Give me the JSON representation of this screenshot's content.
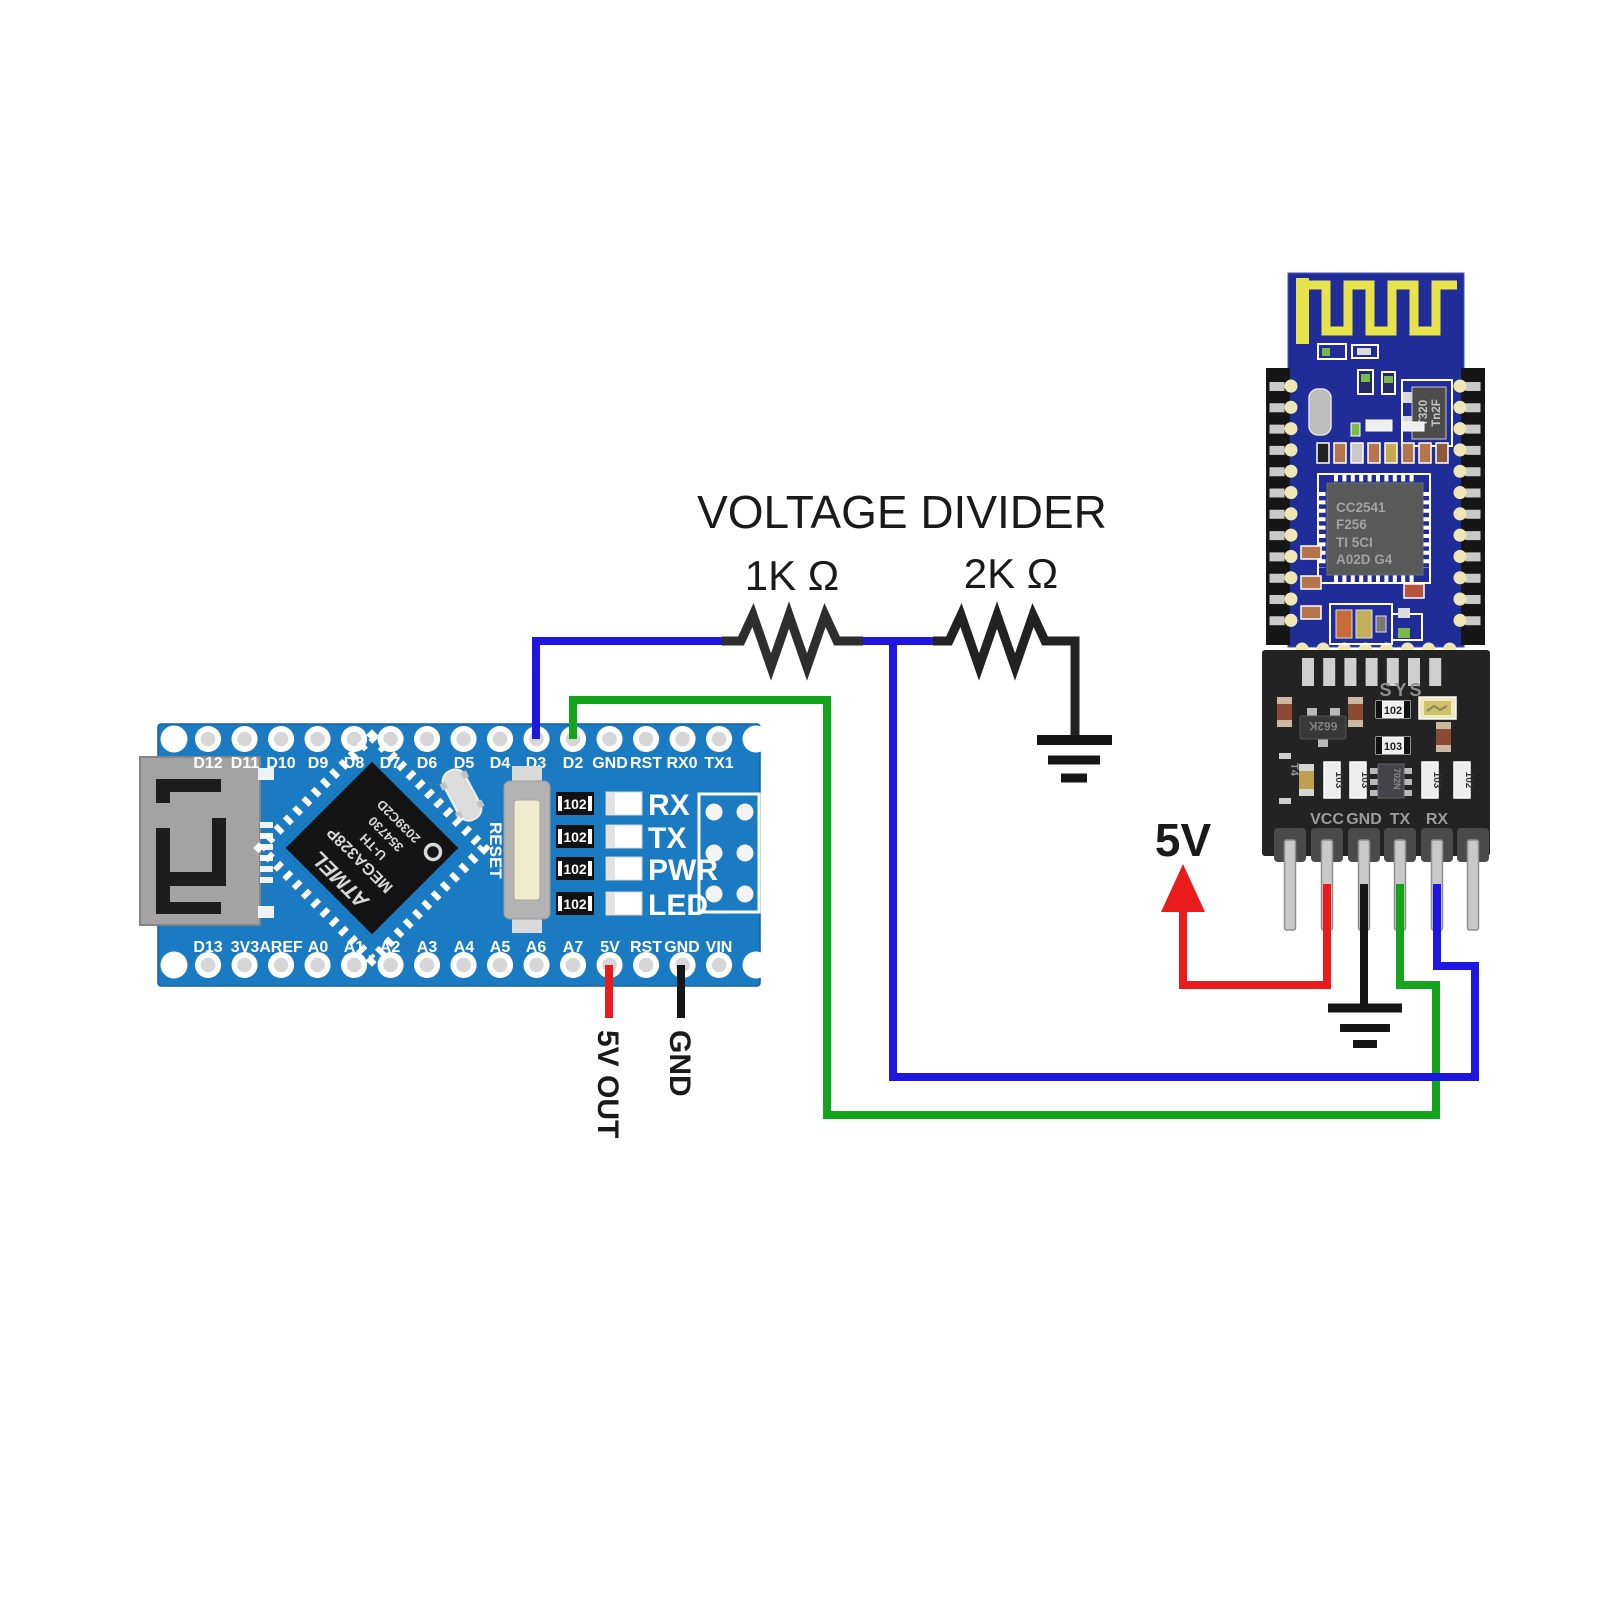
{
  "labels": {
    "voltage_divider": "VOLTAGE DIVIDER",
    "r1": "1K Ω",
    "r2": "2K Ω",
    "five_v": "5V",
    "five_v_out": "5V OUT",
    "gnd": "GND"
  },
  "arduino": {
    "top_pins": [
      "D12",
      "D11",
      "D10",
      "D9",
      "D8",
      "D7",
      "D6",
      "D5",
      "D4",
      "D3",
      "D2",
      "GND",
      "RST",
      "RX0",
      "TX1"
    ],
    "bottom_pins": [
      "D13",
      "3V3",
      "AREF",
      "A0",
      "A1",
      "A2",
      "A3",
      "A4",
      "A5",
      "A6",
      "A7",
      "5V",
      "RST",
      "GND",
      "VIN"
    ],
    "reset": "RESET",
    "smd_value": "102",
    "led_labels": [
      "RX",
      "TX",
      "PWR",
      "LED"
    ],
    "chip_lines": [
      "ATMEL",
      "MEGA328P",
      "U-TH",
      "354730",
      "2039C2D"
    ]
  },
  "bt_module": {
    "chip_lines": [
      "CC2541",
      "F256",
      "TI   5CI",
      "A02D  G4"
    ],
    "ic2_lines": [
      "T320",
      "Tn2F"
    ],
    "breakout": {
      "sys": "SYS",
      "r_top": "102",
      "r_bottom": "103",
      "regulator": "662K",
      "t4": "T4",
      "soic": "702N",
      "vres": [
        "103",
        "103",
        "103",
        "102"
      ],
      "pin_labels": [
        "VCC",
        "GND",
        "TX",
        "RX"
      ]
    }
  },
  "colors": {
    "wire_blue": "#2016e2",
    "wire_green": "#14a51d",
    "wire_red": "#e81c1c",
    "wire_black": "#161616",
    "arduino_blue": "#1a7ac2",
    "module_blue": "#202d99",
    "antenna_yellow": "#e7e34a"
  }
}
